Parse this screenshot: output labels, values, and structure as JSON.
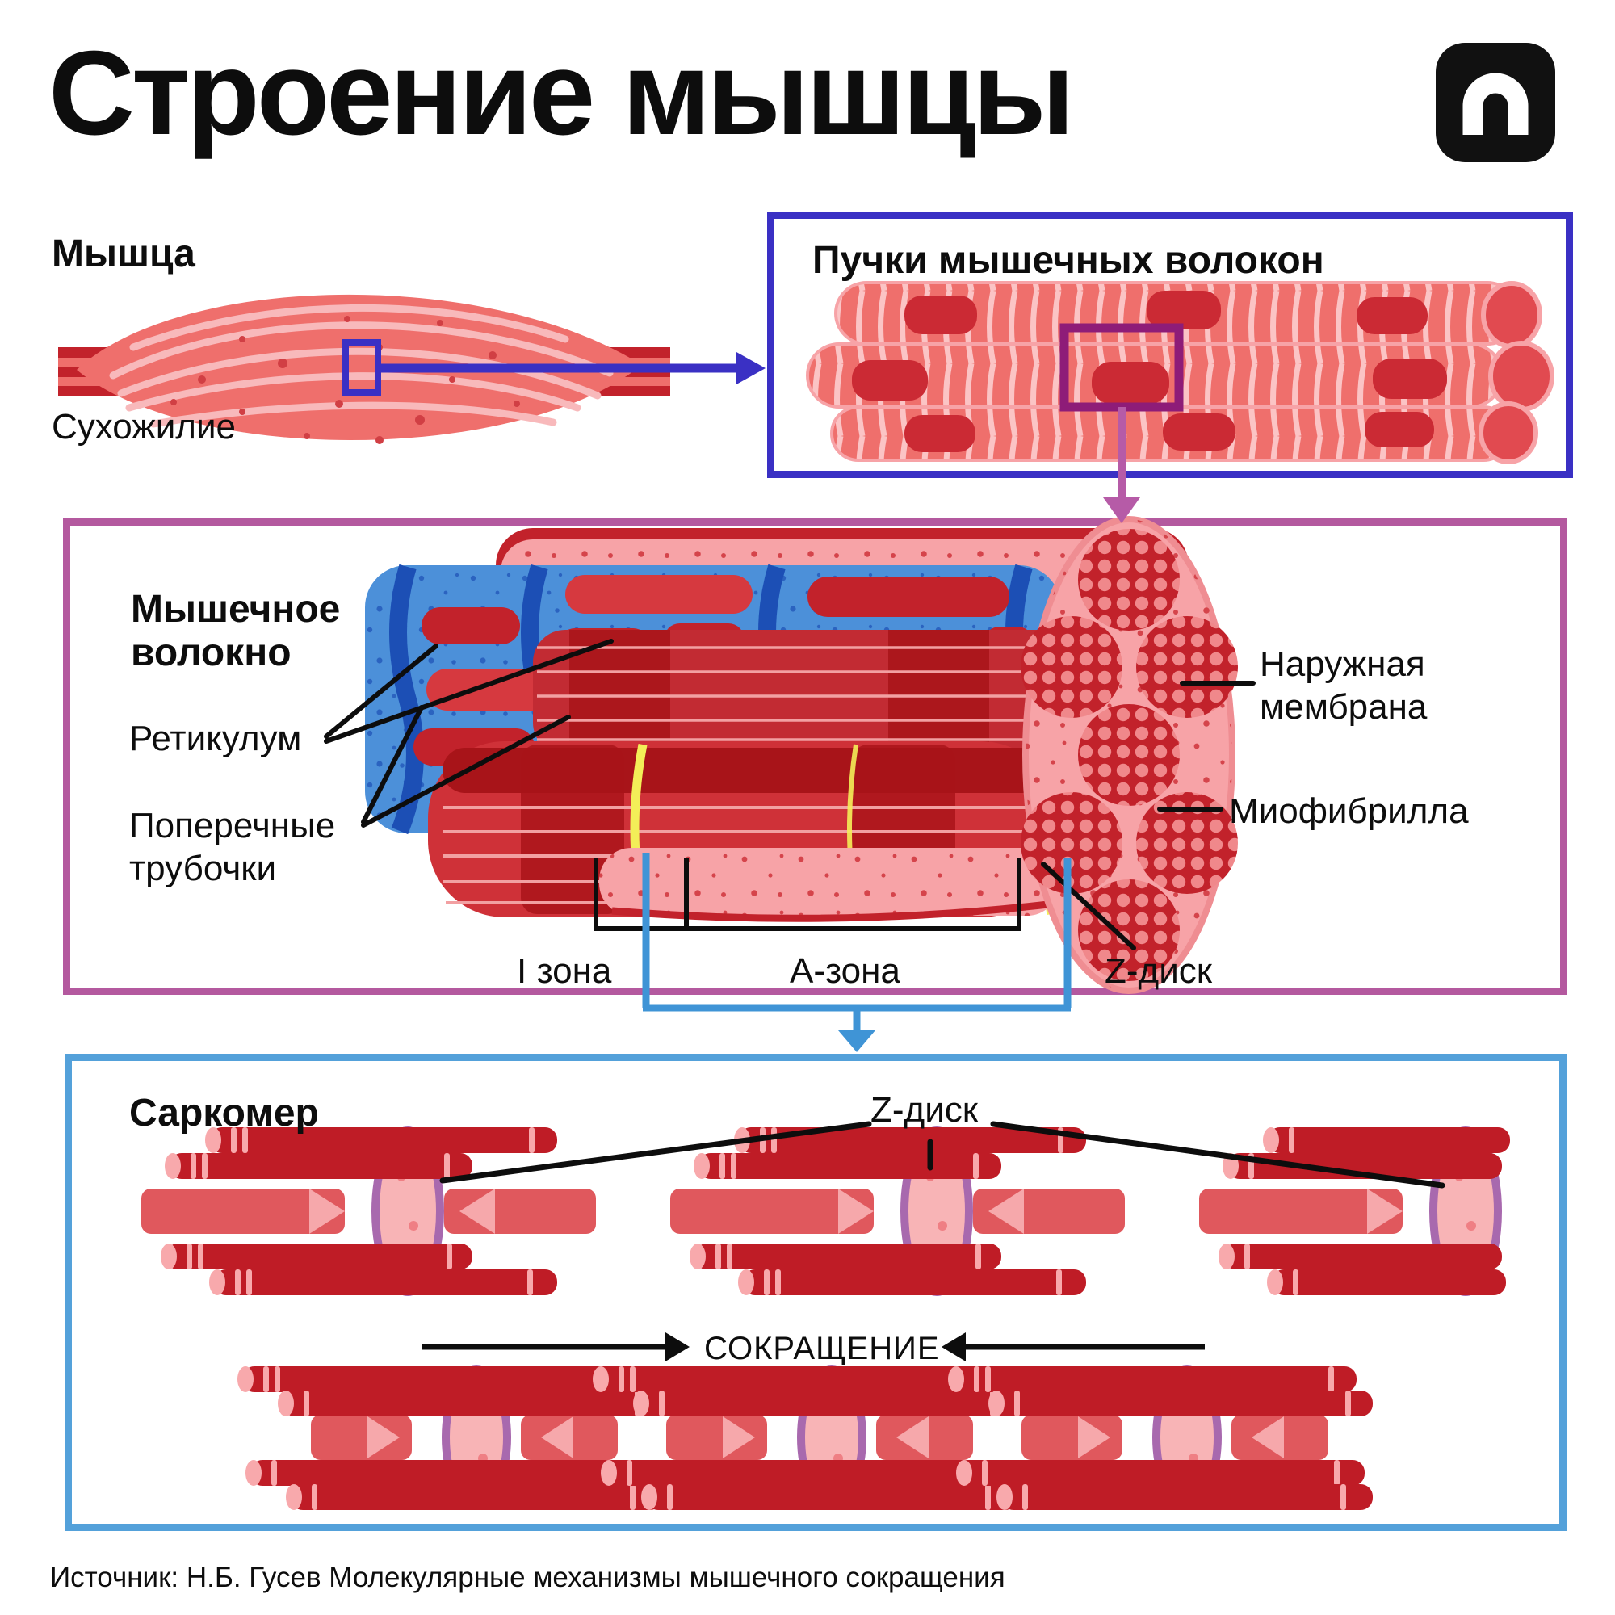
{
  "title": "Строение мышцы",
  "logo": {
    "name": "n-logo"
  },
  "muscle": {
    "heading": "Мышца",
    "tendon_label": "Сухожилие"
  },
  "bundles": {
    "heading": "Пучки мышечных волокон"
  },
  "fiber": {
    "heading_line1": "Мышечное",
    "heading_line2": "волокно",
    "reticulum_label": "Ретикулум",
    "t_tubules_line1": "Поперечные",
    "t_tubules_line2": "трубочки",
    "outer_membrane_line1": "Наружная",
    "outer_membrane_line2": "мембрана",
    "myofibril_label": "Миофибрилла",
    "i_zone_label": "I зона",
    "a_zone_label": "А-зона",
    "z_disc_label": "Z-диск"
  },
  "sarcomere": {
    "heading": "Саркомер",
    "z_disc_label": "Z-диск",
    "contraction_label": "СОКРАЩЕНИЕ"
  },
  "source_line": "Источник: Н.Б. Гусев Молекулярные механизмы мышечного сокращения",
  "colors": {
    "text": "#0d0d0d",
    "indigo_box": "#3a30c4",
    "magenta_square": "#8e1c78",
    "mauve_arrow": "#b65ba7",
    "purple_box": "#b4599f",
    "light_blue_box": "#54a1da",
    "blue_bracket": "#3f94d6",
    "muscle_salmon": "#ef6f6c",
    "pink_stripe": "#fbc4c5",
    "pink_membrane": "#f7a3a7",
    "dark_red": "#c2222b",
    "deep_red": "#a81419",
    "nucleus_red": "#cb2a34",
    "reticulum_blue": "#4c90d9",
    "tubule_blue": "#1c4fb5",
    "z_line_yellow": "#f3ee58",
    "disc_pink": "#f8b4b6",
    "disc_rim_purple": "#a869ae",
    "thick_rod": "#e0585d"
  }
}
